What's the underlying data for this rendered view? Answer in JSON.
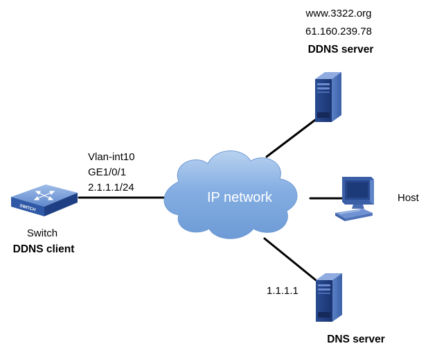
{
  "colors": {
    "cloud_fill": "#7aa7de",
    "cloud_light": "#c7dcf4",
    "cloud_text": "#ffffff",
    "server_dark": "#1d3a78",
    "server_mid": "#3f64ad",
    "server_light": "#6d8fd0",
    "link": "#000000"
  },
  "network": {
    "label": "IP network"
  },
  "ddns_server": {
    "icon": "server-tower-icon",
    "hostname": "www.3322.org",
    "ip": "61.160.239.78",
    "role": "DDNS server"
  },
  "host": {
    "icon": "desktop-pc-icon",
    "label": "Host"
  },
  "dns_server": {
    "icon": "server-tower-icon",
    "ip": "1.1.1.1",
    "role": "DNS server"
  },
  "switch": {
    "icon": "switch-icon",
    "device_text": "SWITCH",
    "label": "Switch",
    "role": "DDNS client",
    "interface": "Vlan-int10",
    "port": "GE1/0/1",
    "ip": "2.1.1.1/24"
  }
}
